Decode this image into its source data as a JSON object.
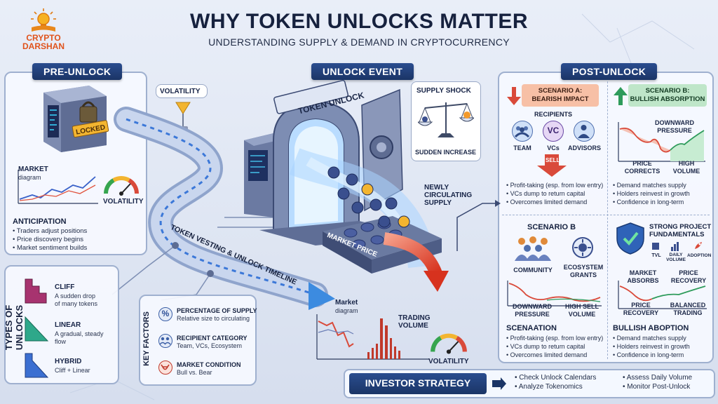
{
  "header": {
    "title": "WHY TOKEN UNLOCKS MATTER",
    "subtitle": "UNDERSTANDING SUPPLY & DEMAND IN CRYPTOCURRENCY"
  },
  "logo": {
    "line1": "CRYPTO",
    "line2": "DARSHAN"
  },
  "pre_unlock": {
    "title": "PRE-UNLOCK",
    "locked": "LOCKED",
    "market_title": "MARKET",
    "market_sub": "diagram",
    "volatility": "VOLATILITY",
    "anticipation": "ANTICIPATION",
    "bullets": [
      "Traders adjust positions",
      "Price discovery begins",
      "Market sentiment builds"
    ]
  },
  "volatility_tag": "VOLATILITY",
  "types": {
    "title": "TYPES OF UNLOCKS",
    "items": [
      {
        "name": "CLIFF",
        "desc1": "A sudden drop",
        "desc2": "of many tokens"
      },
      {
        "name": "LINEAR",
        "desc1": "A gradual, steady",
        "desc2": "flow"
      },
      {
        "name": "HYBRID",
        "desc1": "Cliff + Linear",
        "desc2": ""
      }
    ]
  },
  "key_factors": {
    "title": "KEY FACTORS",
    "items": [
      {
        "name": "PERCENTAGE OF SUPPLY",
        "desc": "Relative size to circulating"
      },
      {
        "name": "RECIPIENT CATEGORY",
        "desc": "Team, VCs, Ecosystem"
      },
      {
        "name": "MARKET CONDITION",
        "desc": "Bull vs. Bear"
      }
    ]
  },
  "unlock_event": {
    "title": "UNLOCK EVENT",
    "gate_sign": "TOKEN UNLOCK",
    "supply_shock": "SUPPLY SHOCK",
    "sudden_increase": "SUDDEN INCREASE",
    "newly_line1": "NEWLY",
    "newly_line2": "CIRCULATING",
    "newly_line3": "SUPPLY",
    "market_price": "MARKET PRICE",
    "timeline": "TOKEN VESTING & UNLOCK TIMELINE",
    "market_title": "Market",
    "market_sub": "diagram",
    "trading_line1": "TRADING",
    "trading_line2": "VOLUME",
    "volatility": "VOLATILITY"
  },
  "post_unlock": {
    "title": "POST-UNLOCK",
    "scenario_a": {
      "line1": "SCENARIO A:",
      "line2": "BEARISH IMPACT",
      "recipients": "RECIPIENTS",
      "team": "TEAM",
      "vcs": "VCs",
      "vc_badge": "VC",
      "advisors": "ADVISORS",
      "sell": "SELL",
      "bullets": [
        "Profit-taking (esp. from low entry)",
        "VCs dump to return capital",
        "Overcomes limited demand"
      ]
    },
    "scenario_b": {
      "line1": "SCENARIO B:",
      "line2": "BULLISH ABSORPTION",
      "downward_line1": "DOWNWARD",
      "downward_line2": "PRESSURE",
      "price_line1": "PRICE",
      "price_line2": "CORRECTS",
      "high_line1": "HIGH",
      "high_line2": "VOLUME",
      "bullets": [
        "Demand matches supply",
        "Holders reinvest in growth",
        "Confidence in long-term"
      ]
    },
    "scenario_b2": {
      "title": "SCENARIO B",
      "community": "COMMUNITY",
      "eco_line1": "ECOSYSTEM",
      "eco_line2": "GRANTS",
      "down_line1": "DOWNWARD",
      "down_line2": "PRESSURE",
      "high_line1": "HIGH SELL",
      "high_line2": "VOLUME",
      "heading": "SCENAATION",
      "bullets": [
        "Profit-taking (esp. from low entry)",
        "VCs dump to return capital",
        "Overcomes limited demand"
      ]
    },
    "strong": {
      "line1": "STRONG PROJECT",
      "line2": "FUNDAMENTALS",
      "tvl": "TVL",
      "daily_line1": "DAILY",
      "daily_line2": "VOLUME",
      "adoption": "ADOPTION",
      "absorbs_line1": "MARKET",
      "absorbs_line2": "ABSORBS",
      "recovery_line1": "PRICE",
      "recovery_line2": "RECOVERY",
      "price_rec_line1": "PRICE",
      "price_rec_line2": "RECOVERY",
      "balanced_line1": "BALANCED",
      "balanced_line2": "TRADING",
      "heading": "BULLISH ABOPTION",
      "bullets": [
        "Demand matches supply",
        "Holders reinvest in growth",
        "Confidence in long-term"
      ]
    }
  },
  "strategy": {
    "title": "INVESTOR STRATEGY",
    "left": [
      "Check Unlock Calendars",
      "Analyze Tokenomics"
    ],
    "right": [
      "Assess Daily Volume",
      "Monitor Post-Unlock"
    ]
  },
  "colors": {
    "navy": "#1b3566",
    "red": "#d94a3a",
    "green": "#2e9b5b",
    "amber": "#f3b530",
    "coin": "#3a4f8e"
  }
}
